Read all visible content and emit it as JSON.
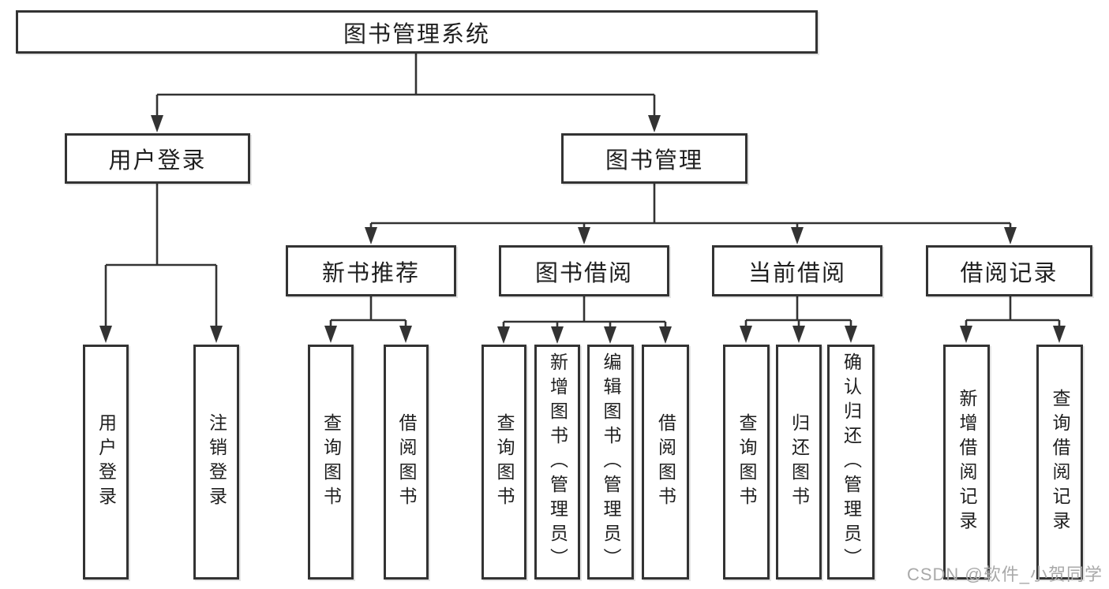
{
  "diagram": {
    "root": {
      "label": "图书管理系统"
    },
    "branches": [
      {
        "label": "用户登录",
        "children": [
          {
            "label": "用户登录"
          },
          {
            "label": "注销登录"
          }
        ]
      },
      {
        "label": "图书管理",
        "children": [
          {
            "label": "新书推荐",
            "children": [
              {
                "label": "查询图书"
              },
              {
                "label": "借阅图书"
              }
            ]
          },
          {
            "label": "图书借阅",
            "children": [
              {
                "label": "查询图书"
              },
              {
                "label": "新增图书（管理员）"
              },
              {
                "label": "编辑图书（管理员）"
              },
              {
                "label": "借阅图书"
              }
            ]
          },
          {
            "label": "当前借阅",
            "children": [
              {
                "label": "查询图书"
              },
              {
                "label": "归还图书"
              },
              {
                "label": "确认归还（管理员）"
              }
            ]
          },
          {
            "label": "借阅记录",
            "children": [
              {
                "label": "新增借阅记录"
              },
              {
                "label": "查询借阅记录"
              }
            ]
          }
        ]
      }
    ]
  },
  "colors": {
    "line": "#333333",
    "text": "#1f1f1f",
    "watermark": "#a9a9a9"
  },
  "watermark": {
    "text": "CSDN @软件_小贺同学"
  }
}
